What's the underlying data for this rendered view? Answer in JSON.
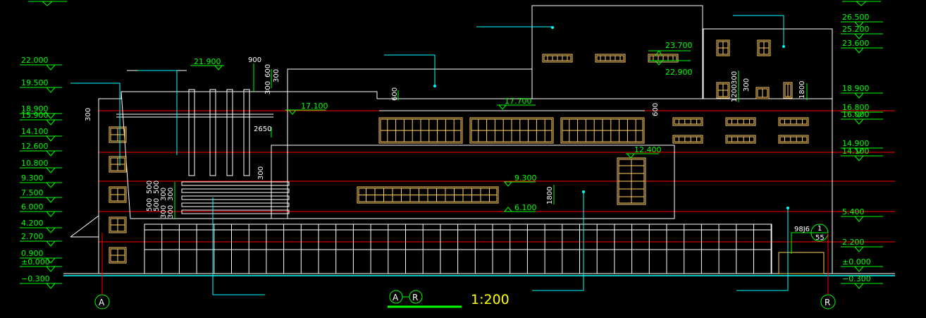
{
  "drawing": {
    "scale": "1:200",
    "view_axes": [
      "A",
      "R"
    ],
    "detail": {
      "ref": "98J6",
      "num": "1",
      "sheet": "55"
    }
  },
  "left_levels": [
    "22.000",
    "19.500",
    "18.900",
    "15.900",
    "14.100",
    "12.600",
    "10.800",
    "9.300",
    "7.500",
    "6.000",
    "4.200",
    "2.700",
    "0.900",
    "±0.000",
    "−0.300"
  ],
  "right_levels": [
    "26.500",
    "25.200",
    "23.600",
    "18.900",
    "16.800",
    "16.000",
    "14.900",
    "14.100",
    "5.400",
    "2.200",
    "±0.000",
    "−0.300"
  ],
  "elev_labels": [
    "21.900",
    "17.100",
    "17.700",
    "23.700",
    "22.900",
    "12.400",
    "9.300",
    "6.100"
  ],
  "dims": [
    "900",
    "600",
    "300",
    "300",
    "600",
    "300",
    "2650",
    "300",
    "600",
    "300",
    "1200",
    "300",
    "1800",
    "300",
    "1800",
    "500",
    "500",
    "500",
    "500",
    "300",
    "300",
    "300",
    "300"
  ],
  "grid_axes": [
    "A",
    "R"
  ],
  "colors": {
    "background": "#000000",
    "wall": "#ffffff",
    "level_line": "#ff0000",
    "dimension": "#00ff00",
    "window": "#ffcc66",
    "leader": "#00ffff",
    "scale": "#ffff00"
  }
}
